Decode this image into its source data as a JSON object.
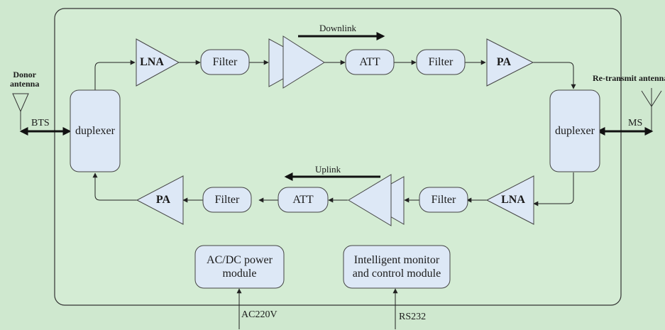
{
  "labels": {
    "donor_antenna": "Donor\nantenna",
    "retransmit_antenna": "Re-transmit antenna",
    "bts": "BTS",
    "ms": "MS",
    "downlink": "Downlink",
    "uplink": "Uplink",
    "ac220v": "AC220V",
    "rs232": "RS232"
  },
  "downlink_chain": {
    "lna": "LNA",
    "filter1": "Filter",
    "att": "ATT",
    "filter2": "Filter",
    "pa": "PA"
  },
  "uplink_chain": {
    "lna": "LNA",
    "filter1": "Filter",
    "att": "ATT",
    "filter2": "Filter",
    "pa": "PA"
  },
  "duplexer_left": "duplexer",
  "duplexer_right": "duplexer",
  "power_module": "AC/DC power\nmodule",
  "monitor_module": "Intelligent monitor\nand control module",
  "colors": {
    "background": "#cfe8cf",
    "box_fill": "#dde8f6",
    "stroke": "#3a3a3a"
  }
}
